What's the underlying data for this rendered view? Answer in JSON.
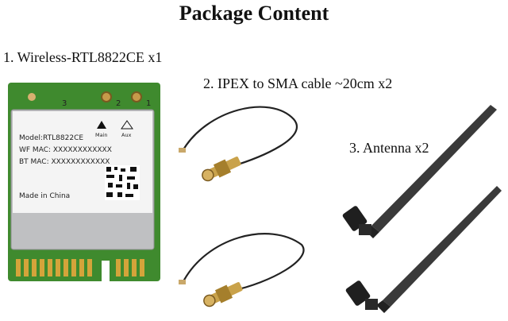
{
  "title": "Package Content",
  "items": [
    {
      "caption": "1. Wireless-RTL8822CE x1"
    },
    {
      "caption": "2. IPEX to SMA cable ~20cm x2"
    },
    {
      "caption": "3. Antenna x2"
    }
  ],
  "card": {
    "connector_numbers": [
      "3",
      "2",
      "1"
    ],
    "antenna_labels": [
      "Main",
      "Aux"
    ],
    "model": "Model:RTL8822CE",
    "wf_mac": "WF MAC: XXXXXXXXXXXX",
    "bt_mac": "BT  MAC: XXXXXXXXXXXX",
    "made_in": "Made in China"
  }
}
